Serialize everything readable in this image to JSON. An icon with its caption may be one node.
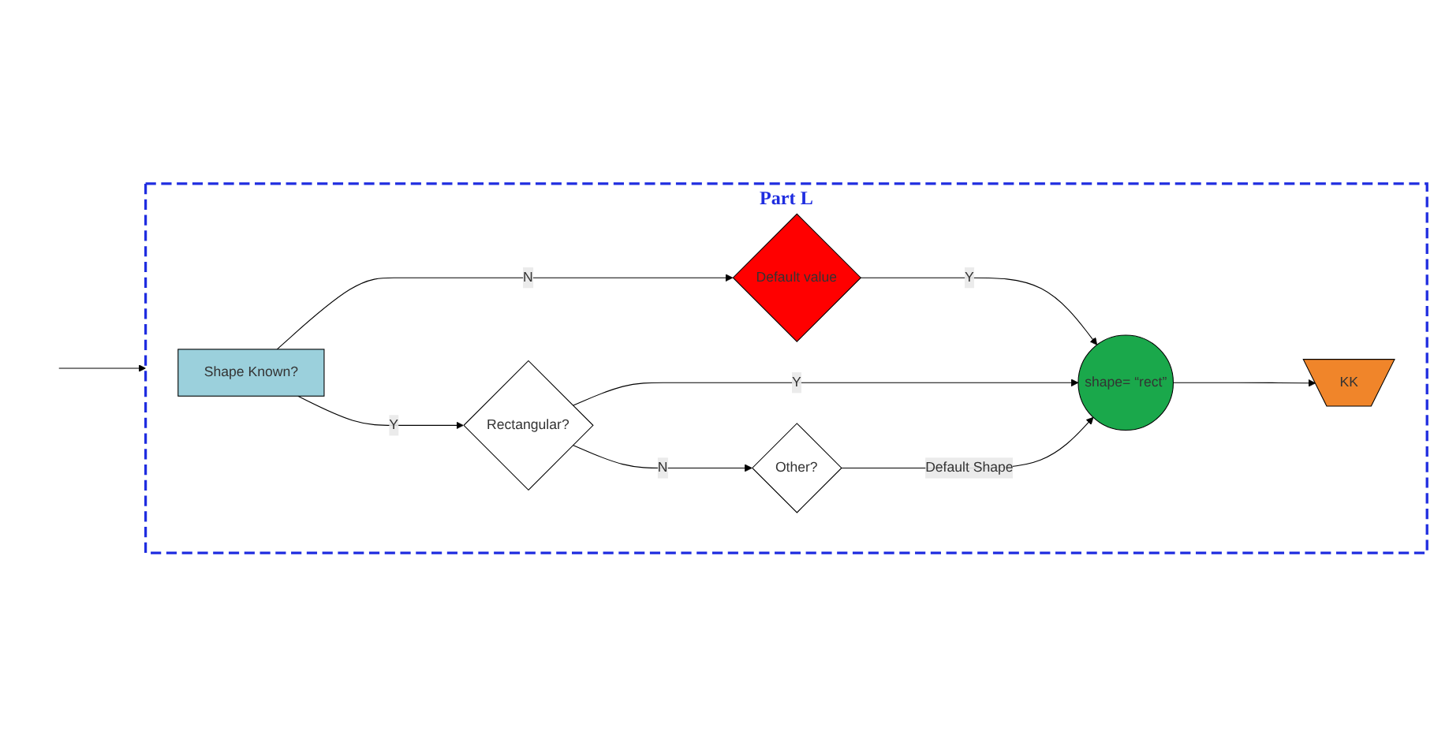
{
  "diagram": {
    "nodes": [
      {
        "text": [
          "Part L"
        ]
      },
      {
        "text": [
          "Default value"
        ],
        "in": 0
      },
      {
        "text": [
          "Shape Known?"
        ],
        "in": 0
      },
      {
        "text": [
          "Rectangular?"
        ],
        "in": 0
      },
      {
        "text": [
          "shape= “rect”"
        ],
        "in": 0
      },
      {
        "text": [
          "Other?"
        ],
        "in": 0
      },
      {
        "text": [
          "KK"
        ],
        "in": 0
      }
    ],
    "edges": [
      {
        "from": null,
        "to": 0,
        "arrow": "to"
      },
      {
        "from": 2,
        "to": 1,
        "label": "N",
        "arrow": "to"
      },
      {
        "from": 1,
        "to": 4,
        "label": "Y",
        "arrow": "to"
      },
      {
        "from": 2,
        "to": 3,
        "label": "Y",
        "arrow": "to"
      },
      {
        "from": 3,
        "to": 4,
        "label": "Y",
        "arrow": "to"
      },
      {
        "from": 3,
        "to": 5,
        "label": "N",
        "arrow": "to"
      },
      {
        "from": 5,
        "to": 4,
        "label": "Default Shape",
        "arrow": "to"
      },
      {
        "from": 4,
        "to": 6,
        "arrow": "to"
      }
    ]
  }
}
